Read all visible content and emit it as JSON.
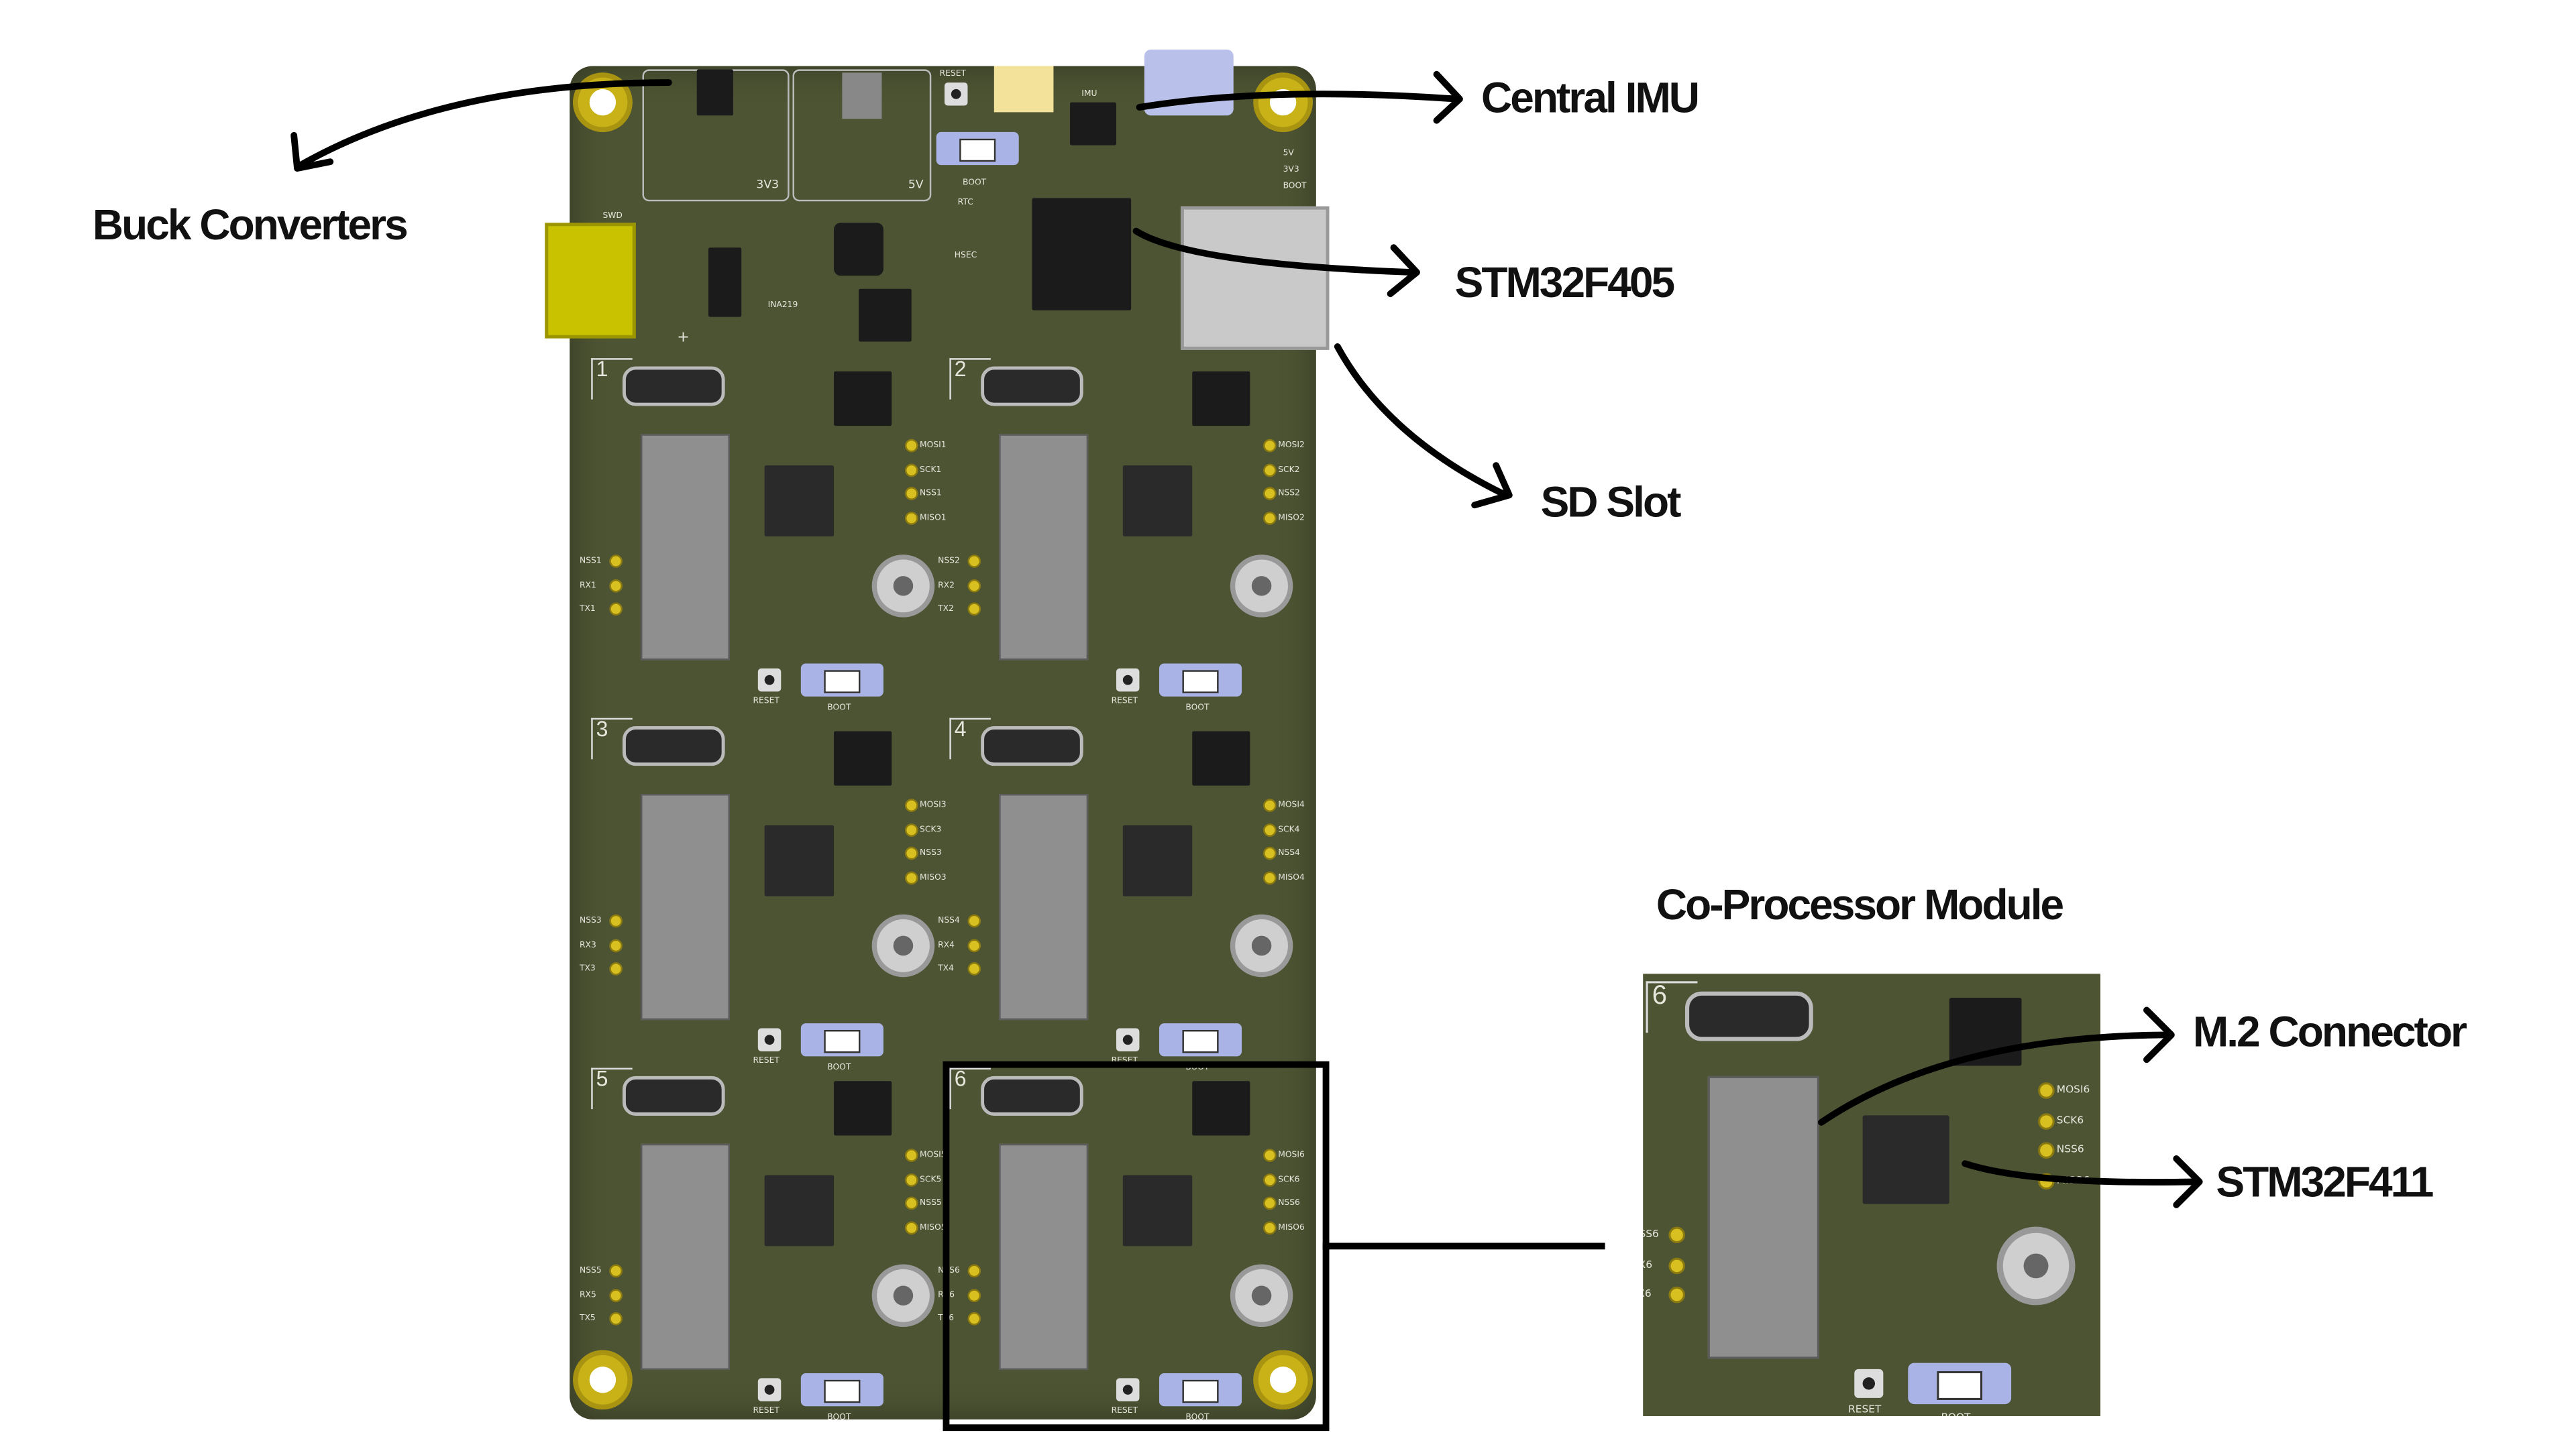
{
  "labels": {
    "buck_converters": "Buck Converters",
    "central_imu": "Central IMU",
    "stm32f405": "STM32F405",
    "sd_slot": "SD Slot",
    "coprocessor_module": "Co-Processor Module",
    "m2_connector": "M.2 Connector",
    "stm32f411": "STM32F411"
  },
  "board_silkscreen": {
    "reset": "RESET",
    "boot": "BOOT",
    "imu": "IMU",
    "rail_3v3": "3V3",
    "rail_5v": "5V",
    "swd": "SWD",
    "rtc": "RTC",
    "hsec": "HSEC",
    "ina219": "INA219",
    "led_5v": "5V",
    "led_3v3": "3V3",
    "led_boot": "BOOT",
    "plus": "+"
  },
  "modules": [
    {
      "number": "1",
      "top_pins": [
        "MOSI1",
        "SCK1",
        "NSS1",
        "MISO1"
      ],
      "side_pins": [
        "NSS1",
        "RX1",
        "TX1"
      ],
      "reset": "RESET",
      "boot": "BOOT"
    },
    {
      "number": "2",
      "top_pins": [
        "MOSI2",
        "SCK2",
        "NSS2",
        "MISO2"
      ],
      "side_pins": [
        "NSS2",
        "RX2",
        "TX2"
      ],
      "reset": "RESET",
      "boot": "BOOT"
    },
    {
      "number": "3",
      "top_pins": [
        "MOSI3",
        "SCK3",
        "NSS3",
        "MISO3"
      ],
      "side_pins": [
        "NSS3",
        "RX3",
        "TX3"
      ],
      "reset": "RESET",
      "boot": "BOOT"
    },
    {
      "number": "4",
      "top_pins": [
        "MOSI4",
        "SCK4",
        "NSS4",
        "MISO4"
      ],
      "side_pins": [
        "NSS4",
        "RX4",
        "TX4"
      ],
      "reset": "RESET",
      "boot": "BOOT"
    },
    {
      "number": "5",
      "top_pins": [
        "MOSI5",
        "SCK5",
        "NSS5",
        "MISO5"
      ],
      "side_pins": [
        "NSS5",
        "RX5",
        "TX5"
      ],
      "reset": "RESET",
      "boot": "BOOT"
    },
    {
      "number": "6",
      "top_pins": [
        "MOSI6",
        "SCK6",
        "NSS6",
        "MISO6"
      ],
      "side_pins": [
        "NSS6",
        "RX6",
        "TX6"
      ],
      "reset": "RESET",
      "boot": "BOOT"
    }
  ],
  "colors": {
    "pcb": "#4d5433",
    "pad": "#d8c020",
    "switch": "#a9b3e6",
    "arrow": "#000000"
  }
}
